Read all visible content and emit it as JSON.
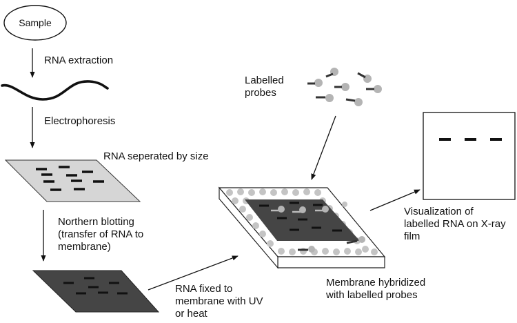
{
  "nodes": {
    "sample": "Sample",
    "rna_separated": "RNA seperated by size",
    "labelled_probes": [
      "Labelled",
      "probes"
    ],
    "visualization": [
      "Visualization of",
      "labelled RNA on X-ray",
      "film"
    ],
    "membrane_hybridized": [
      "Membrane hybridized",
      "with labelled probes"
    ],
    "rna_fixed": [
      "RNA fixed to",
      "membrane with UV",
      "or heat"
    ]
  },
  "steps": {
    "rna_extraction": "RNA extraction",
    "electrophoresis": "Electrophoresis",
    "northern_blotting": [
      "Northern blotting",
      "(transfer of RNA to",
      "membrane)"
    ]
  },
  "colors": {
    "gel": "#d6d6d6",
    "membrane": "#454545",
    "probe_bead": "#b4b4b4",
    "band": "#111111"
  }
}
